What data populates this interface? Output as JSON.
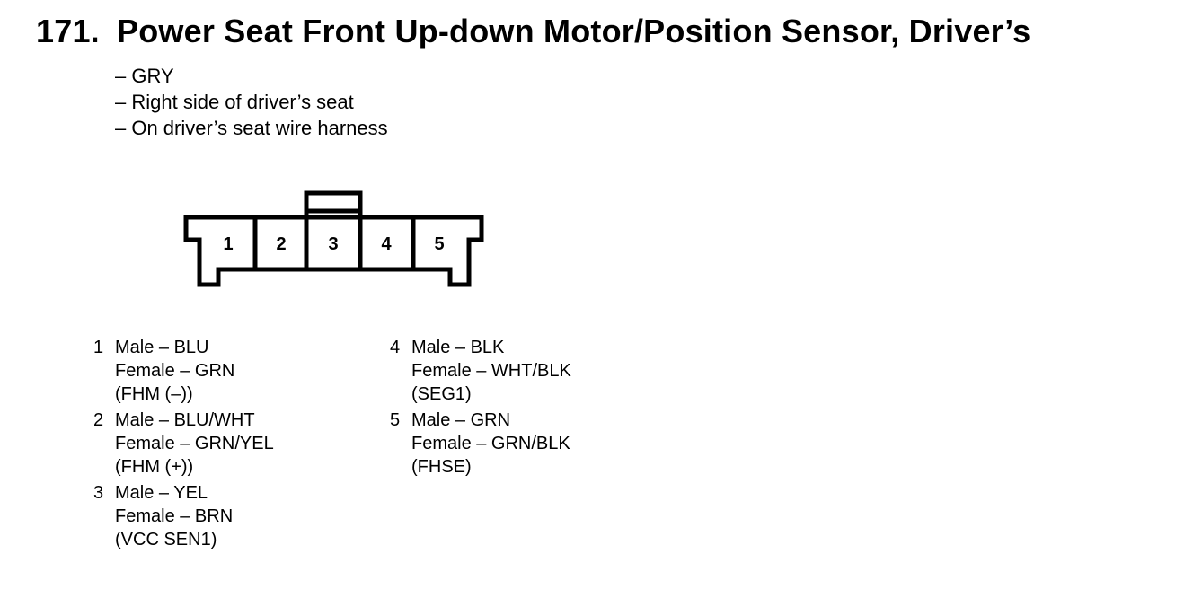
{
  "title": {
    "number": "171.",
    "text": "Power Seat Front Up-down Motor/Position Sensor, Driver’s"
  },
  "notes": [
    "– GRY",
    "– Right side of driver’s seat",
    "– On driver’s seat wire harness"
  ],
  "connector": {
    "cavities": [
      "1",
      "2",
      "3",
      "4",
      "5"
    ]
  },
  "pins_left": [
    {
      "num": "1",
      "male": "Male – BLU",
      "female": "Female – GRN",
      "signal": "(FHM (–))"
    },
    {
      "num": "2",
      "male": "Male – BLU/WHT",
      "female": "Female – GRN/YEL",
      "signal": "(FHM (+))"
    },
    {
      "num": "3",
      "male": "Male – YEL",
      "female": "Female – BRN",
      "signal": "(VCC SEN1)"
    }
  ],
  "pins_right": [
    {
      "num": "4",
      "male": "Male – BLK",
      "female": "Female – WHT/BLK",
      "signal": "(SEG1)"
    },
    {
      "num": "5",
      "male": "Male – GRN",
      "female": "Female – GRN/BLK",
      "signal": "(FHSE)"
    }
  ]
}
